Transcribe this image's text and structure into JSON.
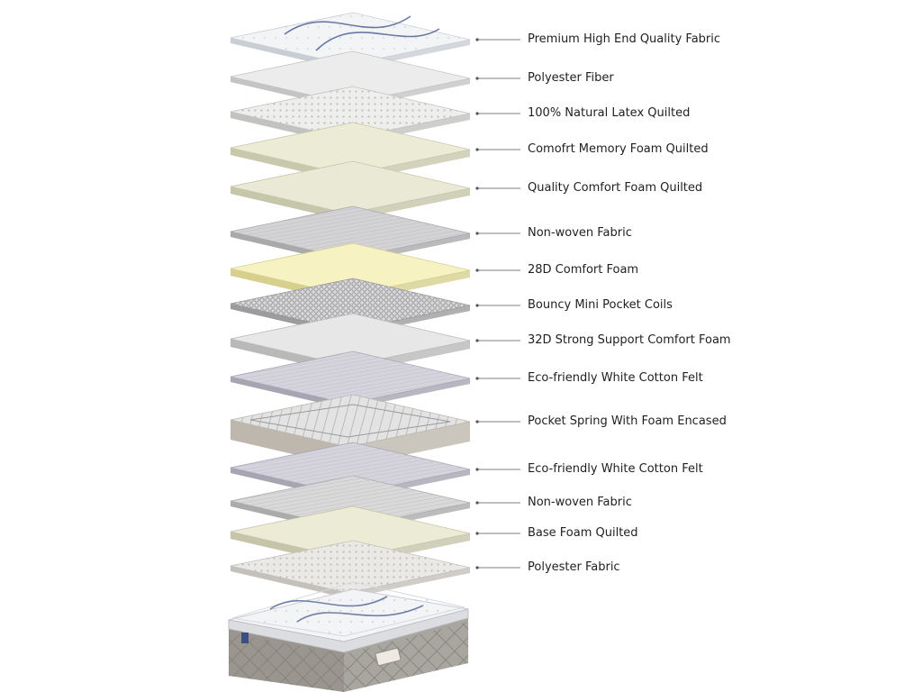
{
  "layers": [
    {
      "key": "premium-fabric",
      "label": "Premium High End Quality Fabric",
      "color": "#f2f4f6",
      "edge": "#c9ced4",
      "pattern": "quilt"
    },
    {
      "key": "polyester-fiber",
      "label": "Polyester Fiber",
      "color": "#ececec",
      "edge": "#c4c4c4",
      "pattern": "plain"
    },
    {
      "key": "natural-latex",
      "label": "100% Natural Latex Quilted",
      "color": "#eeeeec",
      "edge": "#c2c2c0",
      "pattern": "dots"
    },
    {
      "key": "memory-foam",
      "label": "Comofrt Memory Foam Quilted",
      "color": "#ececd6",
      "edge": "#c8c8ac",
      "pattern": "plain"
    },
    {
      "key": "quality-comfort-foam",
      "label": "Quality Comfort Foam Quilted",
      "color": "#e9e9d5",
      "edge": "#c6c6aa",
      "pattern": "plain"
    },
    {
      "key": "non-woven-1",
      "label": "Non-woven Fabric",
      "color": "#d3d3d5",
      "edge": "#a9a9ab",
      "pattern": "lines"
    },
    {
      "key": "28d-foam",
      "label": "28D Comfort Foam",
      "color": "#f6f2c2",
      "edge": "#d6cf8e",
      "pattern": "plain"
    },
    {
      "key": "mini-pocket-coils",
      "label": "Bouncy Mini Pocket Coils",
      "color": "#dadadc",
      "edge": "#9c9c9e",
      "pattern": "mesh"
    },
    {
      "key": "32d-support-foam",
      "label": "32D Strong Support Comfort Foam",
      "color": "#e7e7e7",
      "edge": "#b9b9b9",
      "pattern": "plain"
    },
    {
      "key": "cotton-felt-1",
      "label": "Eco-friendly White Cotton Felt",
      "color": "#d5d4de",
      "edge": "#a6a5b2",
      "pattern": "lines"
    },
    {
      "key": "pocket-spring",
      "label": "Pocket Spring With Foam Encased",
      "color": "#e3e3e3",
      "edge": "#bdb7ad",
      "pattern": "spring"
    },
    {
      "key": "cotton-felt-2",
      "label": "Eco-friendly White Cotton Felt",
      "color": "#d5d4de",
      "edge": "#a6a5b2",
      "pattern": "lines"
    },
    {
      "key": "non-woven-2",
      "label": "Non-woven Fabric",
      "color": "#d9d9d9",
      "edge": "#ababab",
      "pattern": "lines"
    },
    {
      "key": "base-foam",
      "label": "Base Foam Quilted",
      "color": "#ecebd6",
      "edge": "#c6c5aa",
      "pattern": "plain"
    },
    {
      "key": "polyester-fabric",
      "label": "Polyester Fabric",
      "color": "#ebe9e6",
      "edge": "#c4c1bc",
      "pattern": "dots"
    }
  ],
  "mattress": {
    "top_color": "#f3f4f6",
    "side_color": "#9a968f",
    "accent_color": "#3a4f86"
  },
  "colors": {
    "leader_line": "#555555",
    "label_text": "#1f1f1f"
  }
}
